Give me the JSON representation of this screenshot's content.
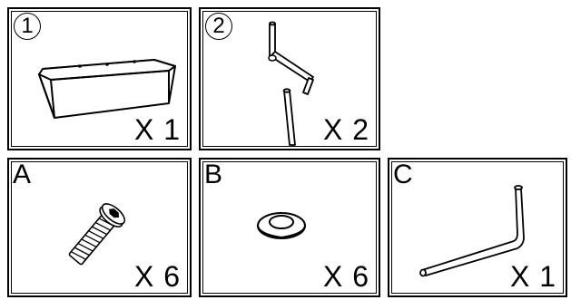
{
  "parts": [
    {
      "id": "1",
      "quantity": "X 1",
      "icon": "bench-seat-icon"
    },
    {
      "id": "2",
      "quantity": "X 2",
      "icon": "bent-leg-rod-icon"
    },
    {
      "id": "A",
      "quantity": "X 6",
      "icon": "hex-socket-screw-icon"
    },
    {
      "id": "B",
      "quantity": "X 6",
      "icon": "washer-icon"
    },
    {
      "id": "C",
      "quantity": "X 1",
      "icon": "allen-key-icon"
    }
  ]
}
